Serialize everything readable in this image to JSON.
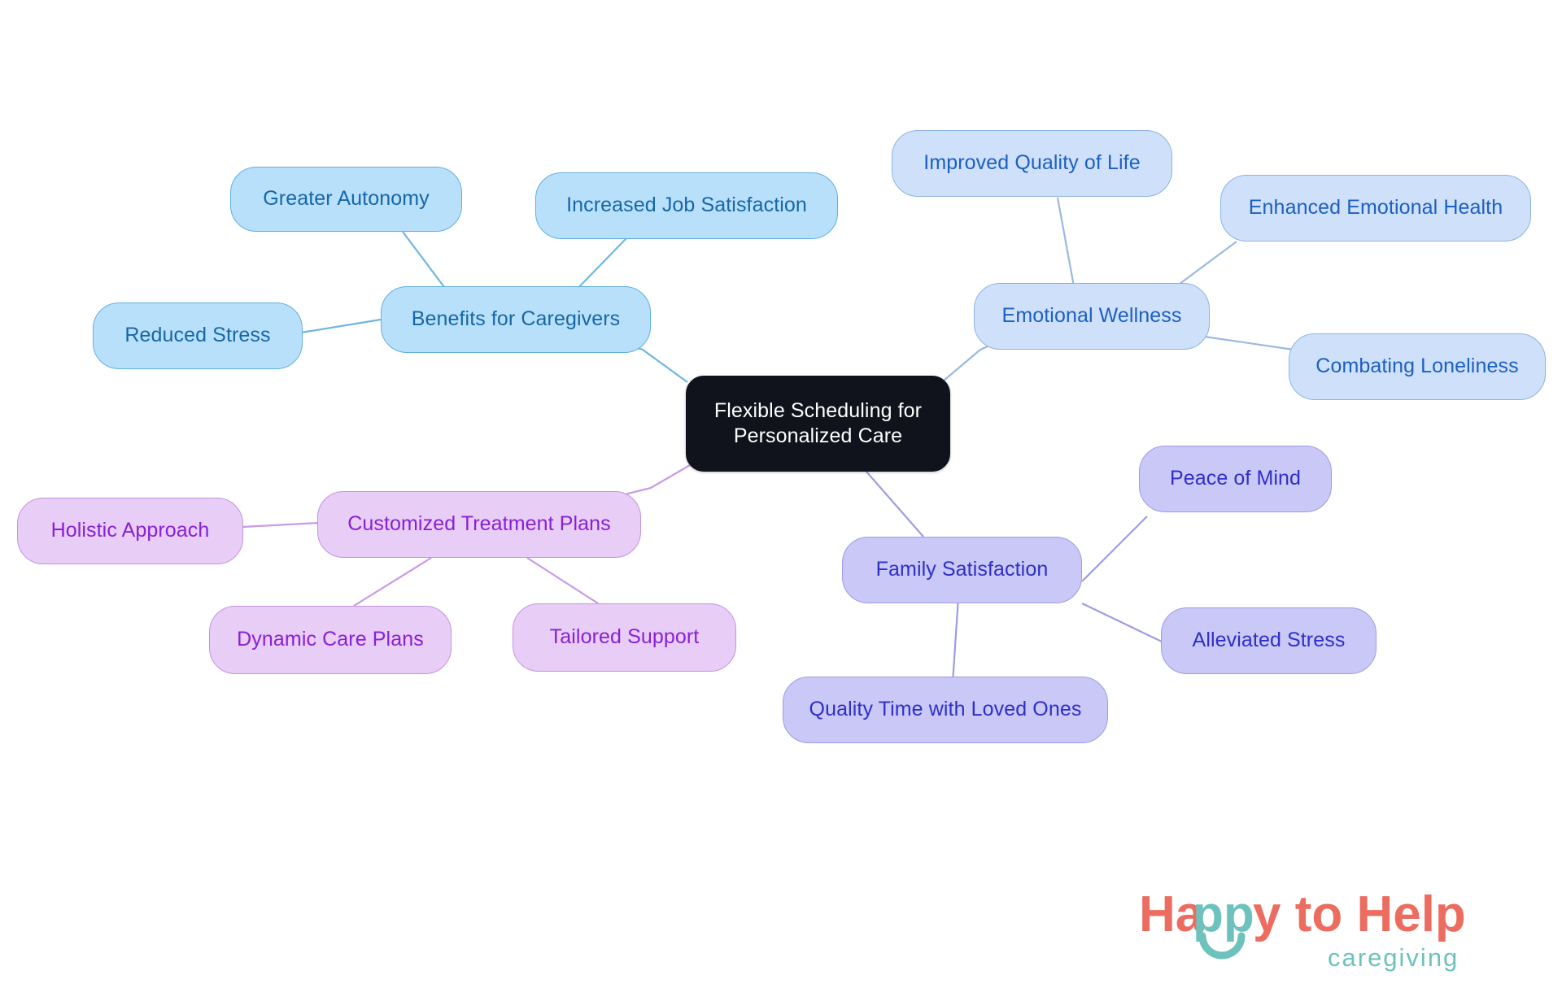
{
  "title": "Flexible Scheduling for Personalized Care mind map",
  "colors": {
    "background": "#ffffff",
    "root_fill": "#10131c",
    "root_text": "#ffffff",
    "blue_a_fill": "#b9e0fb",
    "blue_a_border": "#5fb0e0",
    "blue_a_text": "#1667a8",
    "blue_b_fill": "#cfe1fa",
    "blue_b_border": "#8db3dd",
    "blue_b_text": "#1c5fc4",
    "violet_fill": "#e8cdf6",
    "violet_border": "#c295e3",
    "violet_text": "#8820d8",
    "periwinkle_fill": "#c9c8f7",
    "periwinkle_border": "#9e9ce4",
    "periwinkle_text": "#2f2fc9",
    "logo_coral": "#ec6d5f",
    "logo_teal": "#6dc2bd"
  },
  "root": {
    "label": "Flexible Scheduling for\nPersonalized Care"
  },
  "branches": [
    {
      "id": "benefits-for-caregivers",
      "label": "Benefits for Caregivers",
      "color": "blue-a",
      "children": [
        {
          "id": "greater-autonomy",
          "label": "Greater Autonomy"
        },
        {
          "id": "increased-job-satisfaction",
          "label": "Increased Job Satisfaction"
        },
        {
          "id": "reduced-stress",
          "label": "Reduced Stress"
        }
      ]
    },
    {
      "id": "emotional-wellness",
      "label": "Emotional Wellness",
      "color": "blue-b",
      "children": [
        {
          "id": "improved-quality-of-life",
          "label": "Improved Quality of Life"
        },
        {
          "id": "enhanced-emotional-health",
          "label": "Enhanced Emotional Health"
        },
        {
          "id": "combating-loneliness",
          "label": "Combating Loneliness"
        }
      ]
    },
    {
      "id": "customized-treatment-plans",
      "label": "Customized Treatment Plans",
      "color": "violet",
      "children": [
        {
          "id": "holistic-approach",
          "label": "Holistic Approach"
        },
        {
          "id": "dynamic-care-plans",
          "label": "Dynamic Care Plans"
        },
        {
          "id": "tailored-support",
          "label": "Tailored Support"
        }
      ]
    },
    {
      "id": "family-satisfaction",
      "label": "Family Satisfaction",
      "color": "periwinkle",
      "children": [
        {
          "id": "peace-of-mind",
          "label": "Peace of Mind"
        },
        {
          "id": "alleviated-stress",
          "label": "Alleviated Stress"
        },
        {
          "id": "quality-time-with-loved-ones",
          "label": "Quality Time with Loved Ones"
        }
      ]
    }
  ],
  "nodes": {
    "root": "Flexible Scheduling for\nPersonalized Care",
    "benefits_for_caregivers": "Benefits for Caregivers",
    "greater_autonomy": "Greater Autonomy",
    "increased_job_satisfaction": "Increased Job Satisfaction",
    "reduced_stress": "Reduced Stress",
    "emotional_wellness": "Emotional Wellness",
    "improved_quality_of_life": "Improved Quality of Life",
    "enhanced_emotional_health": "Enhanced Emotional Health",
    "combating_loneliness": "Combating Loneliness",
    "customized_treatment_plans": "Customized Treatment Plans",
    "holistic_approach": "Holistic Approach",
    "dynamic_care_plans": "Dynamic Care Plans",
    "tailored_support": "Tailored Support",
    "family_satisfaction": "Family Satisfaction",
    "peace_of_mind": "Peace of Mind",
    "alleviated_stress": "Alleviated Stress",
    "quality_time_with_loved_ones": "Quality Time with Loved Ones"
  },
  "logo": {
    "line1_part1": "Ha",
    "line1_part2": "pp",
    "line1_part3": "y to Help",
    "line2": "caregiving"
  }
}
